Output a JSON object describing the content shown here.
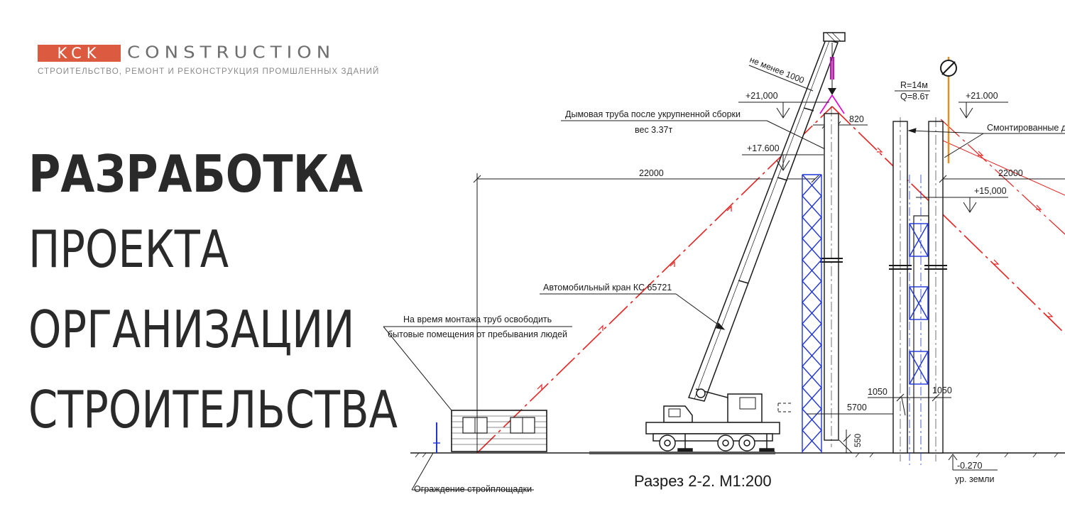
{
  "brand": {
    "mark": "KCK",
    "name": "CONSTRUCTION",
    "tagline": "СТРОИТЕЛЬСТВО, РЕМОНТ И РЕКОНСТРУКЦИЯ ПРОМШЛЕННЫХ ЗДАНИЙ",
    "accent_color": "#dc5a3f"
  },
  "headline": {
    "line1": "РАЗРАБОТКА",
    "line2": "ПРОЕКТА",
    "line3": "ОРГАНИЗАЦИИ",
    "line4": "СТРОИТЕЛЬСТВА"
  },
  "drawing": {
    "caption": "Разрез 2-2. М1:200",
    "labels": {
      "min_distance": "не менее 1000",
      "chimney_line1": "Дымовая труба после укрупненной сборки",
      "chimney_line2": "вес 3.37т",
      "crane": "Автомобильный кран КС 65721",
      "cabin_line1": "На время монтажа труб освободить",
      "cabin_line2": "бытовые помещения от пребывания людей",
      "fence": "Ограждение стройплощадки",
      "mounted": "Смонтированные д",
      "radius": "R=14м",
      "load": "Q=8.6т",
      "ground": "ур. земли"
    },
    "dimensions": {
      "elev_left_top": "+21,000",
      "elev_right_top": "+21.000",
      "elev_left_mid": "+17.600",
      "elev_right_mid": "+15,000",
      "elev_ground": "-0.270",
      "span_left": "22000",
      "span_right": "22000",
      "gap_820": "820",
      "gap_1050_a": "1050",
      "gap_1050_b": "1050",
      "dist_5700": "5700",
      "height_550": "550"
    },
    "colors": {
      "zone_line": "#e8211f",
      "truss": "#1f35d6",
      "sling": "#e000d0",
      "restriction": "#f08a1c",
      "line": "#1a1a1a"
    }
  }
}
